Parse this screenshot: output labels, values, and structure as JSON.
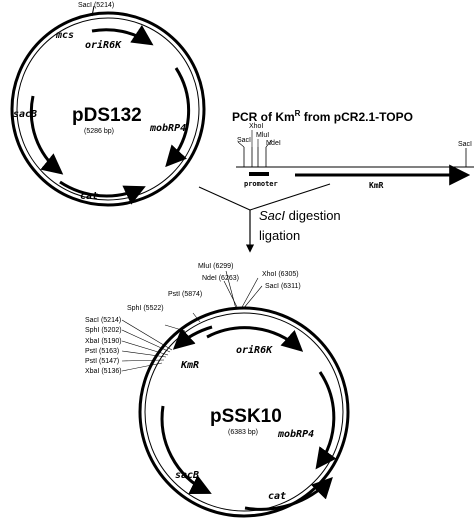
{
  "plasmid_top": {
    "name": "pDS132",
    "size": "(5286 bp)",
    "site_sacI": "SacI (5214)",
    "label_mcs": "mcs",
    "label_ori": "oriR6K",
    "label_mob": "mobRP4",
    "label_sacB": "sacB",
    "label_cat": "cat"
  },
  "pcr": {
    "title_prefix": "PCR of Km",
    "title_sup": "R",
    "title_suffix": " from pCR2.1-TOPO",
    "site_sacI_left": "SacI",
    "site_xhoI": "XhoI",
    "site_mluI": "MluI",
    "site_ndeI": "NdeI",
    "site_sacI_right": "SacI",
    "label_promoter": "promoter",
    "label_kmR": "KmR"
  },
  "arrow_step": {
    "enzyme": "SacI",
    "line1_rest": " digestion",
    "line2": "ligation"
  },
  "plasmid_bottom": {
    "name": "pSSK10",
    "size": "(6383 bp)",
    "sites_top": {
      "mluI": "MluI (6299)",
      "ndeI": "NdeI (6263)",
      "pstI": "PstI (5874)",
      "sphI": "SphI (5522)",
      "xhoI": "XhoI (6305)",
      "sacI": "SacI (6311)"
    },
    "sites_left": [
      "SacI (5214)",
      "SphI (5202)",
      "XbaI (5190)",
      "PstI (5163)",
      "PstI (5147)",
      "XbaI (5136)"
    ],
    "label_ori": "oriR6K",
    "label_kmR": "KmR",
    "label_mob": "mobRP4",
    "label_sacB": "sacB",
    "label_cat": "cat"
  }
}
